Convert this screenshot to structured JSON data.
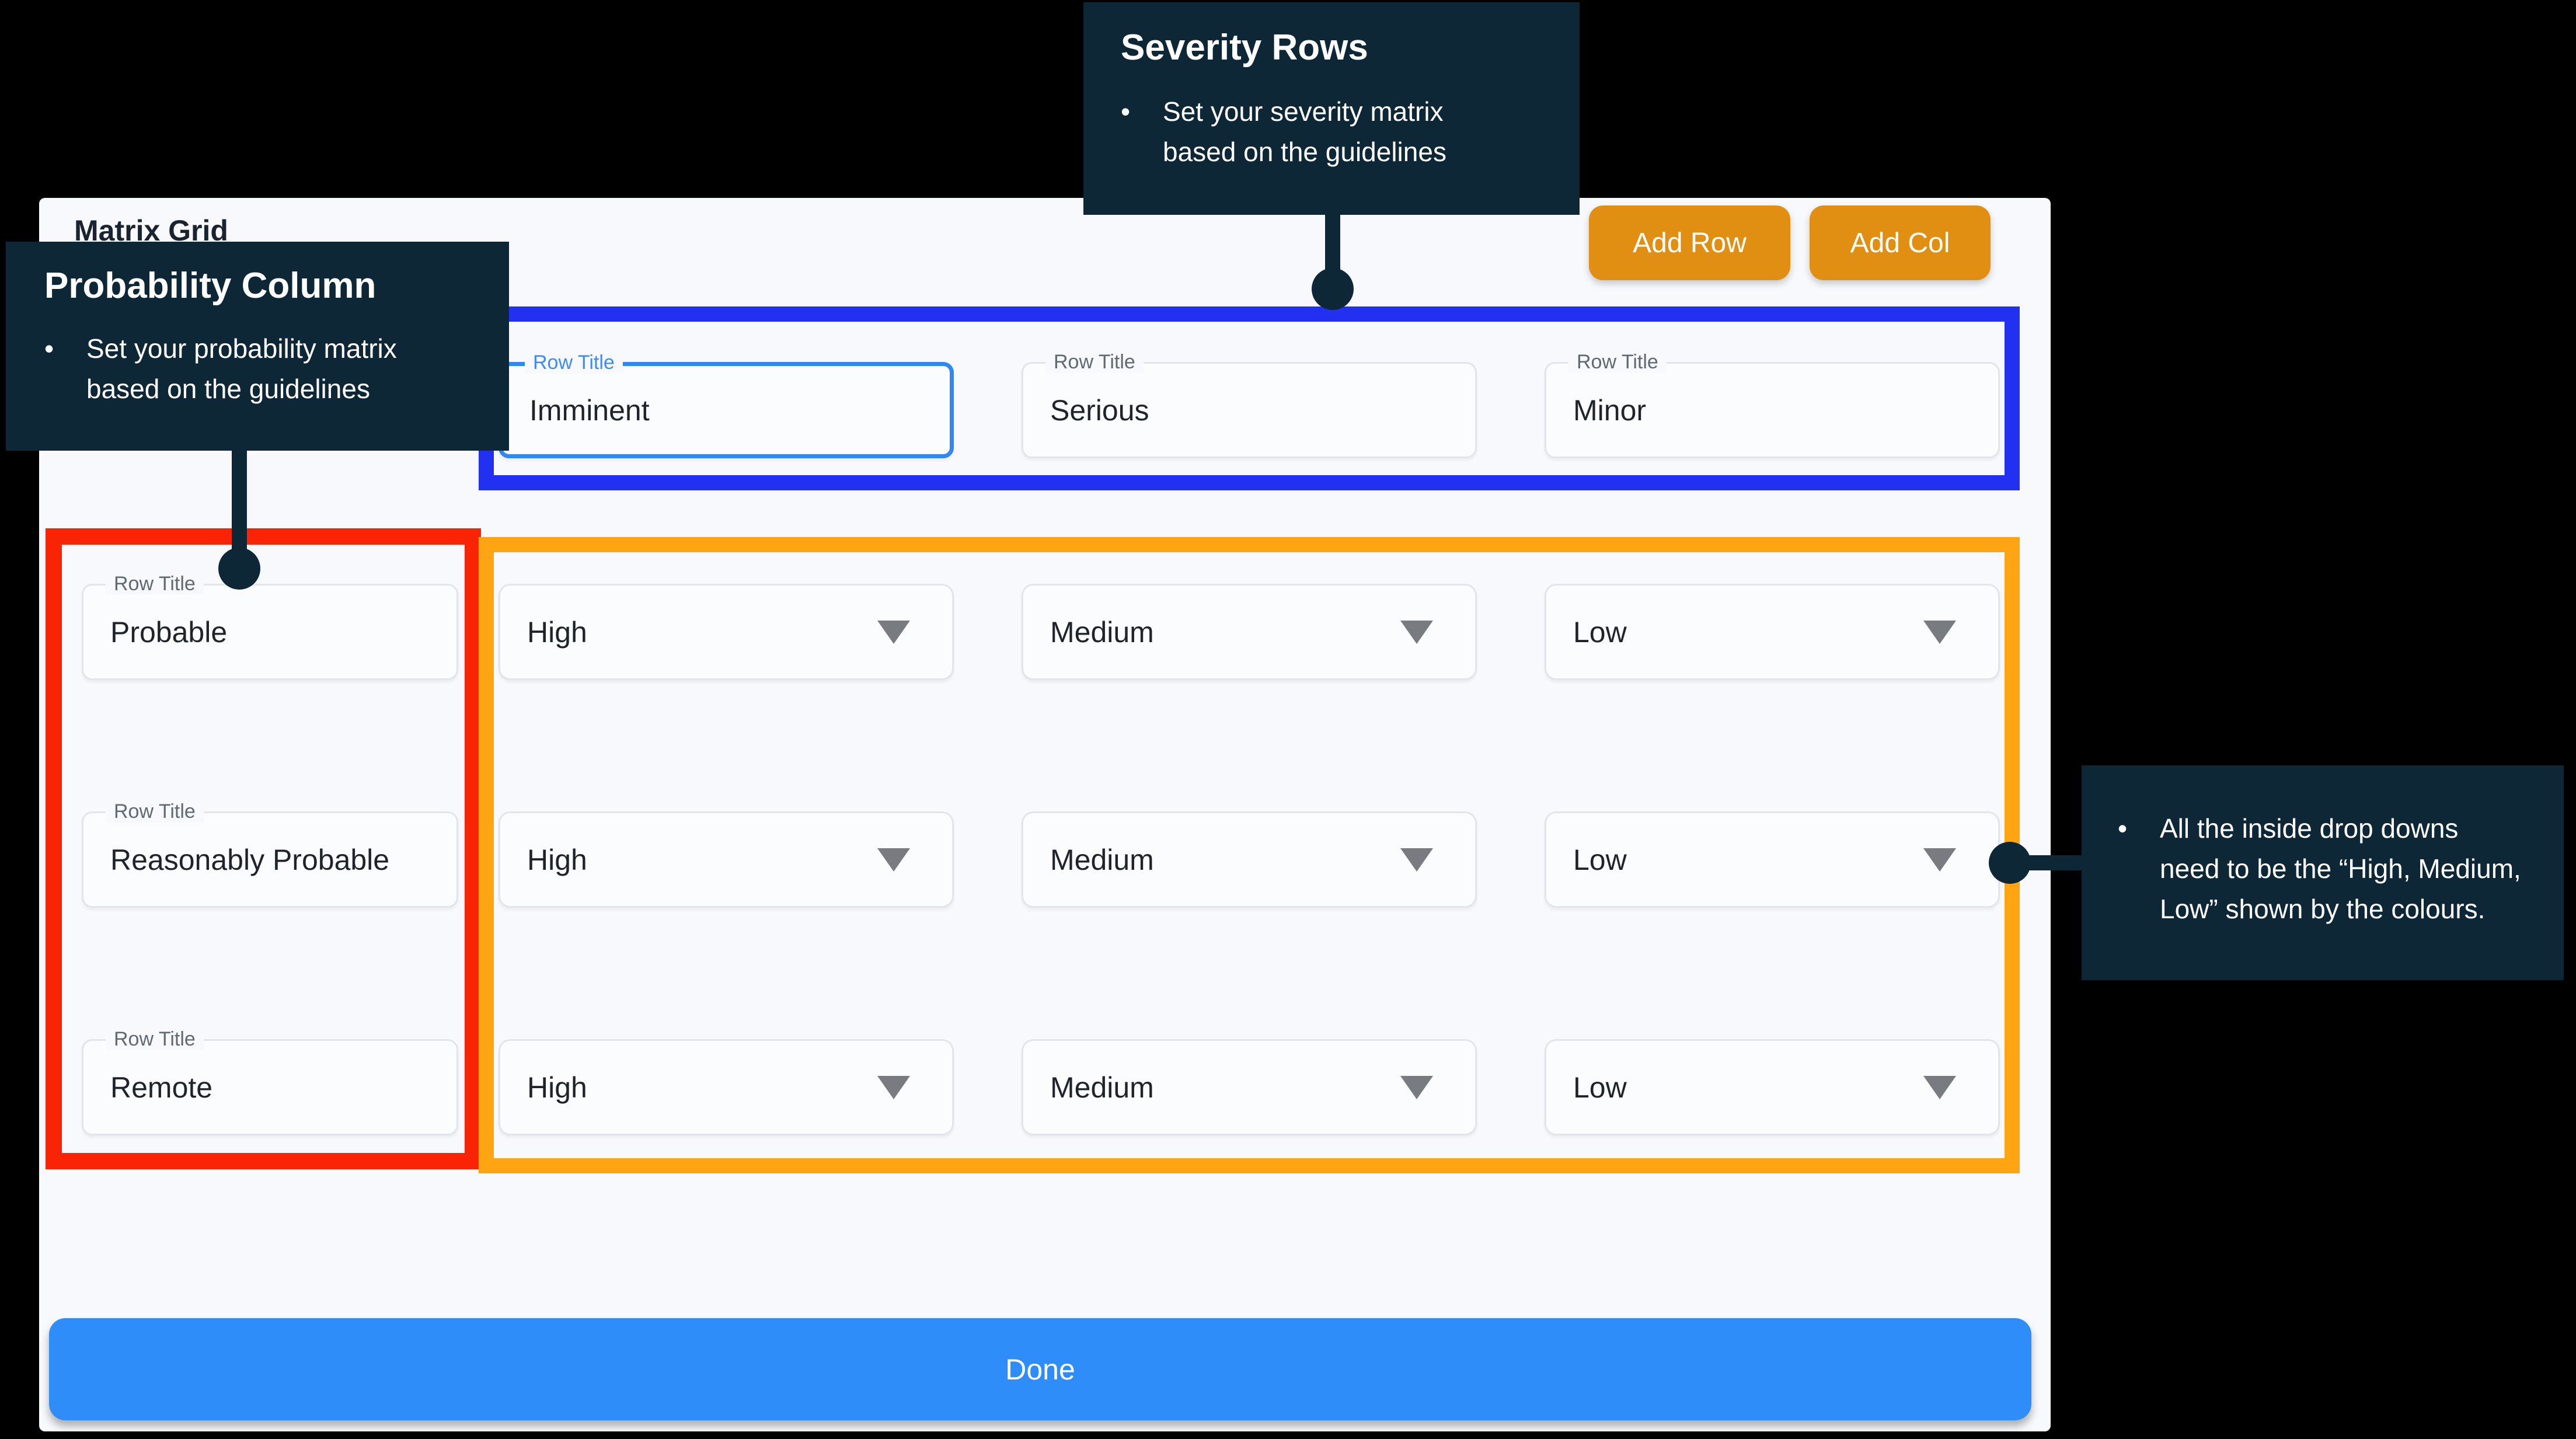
{
  "panel": {
    "title": "Matrix Grid"
  },
  "toolbar": {
    "add_row_label": "Add Row",
    "add_col_label": "Add Col"
  },
  "columns_row": {
    "fields": [
      {
        "label": "Row Title",
        "value": "Imminent",
        "focused": true
      },
      {
        "label": "Row Title",
        "value": "Serious",
        "focused": false
      },
      {
        "label": "Row Title",
        "value": "Minor",
        "focused": false
      }
    ]
  },
  "probability_column": {
    "fields": [
      {
        "label": "Row Title",
        "value": "Probable"
      },
      {
        "label": "Row Title",
        "value": "Reasonably Probable"
      },
      {
        "label": "Row Title",
        "value": "Remote"
      }
    ]
  },
  "matrix": {
    "rows": [
      [
        "High",
        "Medium",
        "Low"
      ],
      [
        "High",
        "Medium",
        "Low"
      ],
      [
        "High",
        "Medium",
        "Low"
      ]
    ]
  },
  "callouts": {
    "bullet_char": "•",
    "severity": {
      "title": "Severity Rows",
      "bullet": "Set your severity matrix based on the guidelines"
    },
    "probability": {
      "title": "Probability Column",
      "bullet": "Set your probability matrix based on the guidelines"
    },
    "dropdowns": {
      "bullet": "All the inside drop downs need to be the “High, Medium, Low” shown by the colours."
    }
  },
  "footer": {
    "done_label": "Done"
  },
  "colors": {
    "page_bg": "#000000",
    "panel_bg": "#f8f9fc",
    "callout_bg": "#0e2737",
    "severity_rows_outline": "#2230f2",
    "probability_column_outline": "#f92405",
    "matrix_dropdowns_outline": "#ffa412",
    "add_button": "#e08f12",
    "done_button": "#2f8df9",
    "focused_field_border": "#2f88f4"
  }
}
